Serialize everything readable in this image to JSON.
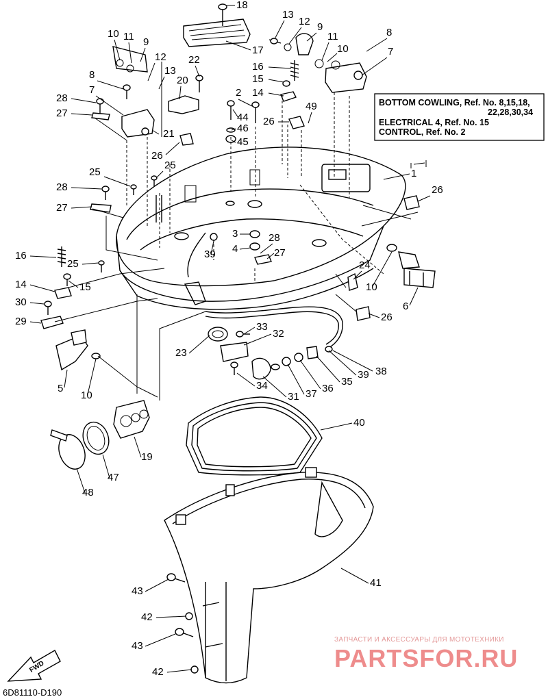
{
  "callouts": [
    {
      "id": "c18a",
      "text": "18"
    },
    {
      "id": "c13a",
      "text": "13"
    },
    {
      "id": "c12a",
      "text": "12"
    },
    {
      "id": "c9a",
      "text": "9"
    },
    {
      "id": "c8a",
      "text": "8"
    },
    {
      "id": "c11a",
      "text": "11"
    },
    {
      "id": "c10a",
      "text": "10"
    },
    {
      "id": "c7a",
      "text": "7"
    },
    {
      "id": "c10b",
      "text": "10"
    },
    {
      "id": "c11b",
      "text": "11"
    },
    {
      "id": "c9b",
      "text": "9"
    },
    {
      "id": "c17",
      "text": "17"
    },
    {
      "id": "c12b",
      "text": "12"
    },
    {
      "id": "c22",
      "text": "22"
    },
    {
      "id": "c16a",
      "text": "16"
    },
    {
      "id": "c8b",
      "text": "8"
    },
    {
      "id": "c13b",
      "text": "13"
    },
    {
      "id": "c20",
      "text": "20"
    },
    {
      "id": "c15a",
      "text": "15"
    },
    {
      "id": "c7b",
      "text": "7"
    },
    {
      "id": "c2",
      "text": "2"
    },
    {
      "id": "c14a",
      "text": "14"
    },
    {
      "id": "c28a",
      "text": "28"
    },
    {
      "id": "c44",
      "text": "44"
    },
    {
      "id": "c49",
      "text": "49"
    },
    {
      "id": "c27a",
      "text": "27"
    },
    {
      "id": "c46",
      "text": "46"
    },
    {
      "id": "c26a",
      "text": "26"
    },
    {
      "id": "c21",
      "text": "21"
    },
    {
      "id": "c45",
      "text": "45"
    },
    {
      "id": "c26b",
      "text": "26"
    },
    {
      "id": "c25a",
      "text": "25"
    },
    {
      "id": "c25b",
      "text": "25"
    },
    {
      "id": "c1",
      "text": "1"
    },
    {
      "id": "c26c",
      "text": "26"
    },
    {
      "id": "c28b",
      "text": "28"
    },
    {
      "id": "c27b",
      "text": "27"
    },
    {
      "id": "c3",
      "text": "3"
    },
    {
      "id": "c28c",
      "text": "28"
    },
    {
      "id": "c4",
      "text": "4"
    },
    {
      "id": "c27c",
      "text": "27"
    },
    {
      "id": "c16b",
      "text": "16"
    },
    {
      "id": "c39a",
      "text": "39"
    },
    {
      "id": "c25c",
      "text": "25"
    },
    {
      "id": "c24",
      "text": "24"
    },
    {
      "id": "c14b",
      "text": "14"
    },
    {
      "id": "c15b",
      "text": "15"
    },
    {
      "id": "c10c",
      "text": "10"
    },
    {
      "id": "c30",
      "text": "30"
    },
    {
      "id": "c6",
      "text": "6"
    },
    {
      "id": "c26d",
      "text": "26"
    },
    {
      "id": "c29",
      "text": "29"
    },
    {
      "id": "c33",
      "text": "33"
    },
    {
      "id": "c32",
      "text": "32"
    },
    {
      "id": "c23",
      "text": "23"
    },
    {
      "id": "c38",
      "text": "38"
    },
    {
      "id": "c39b",
      "text": "39"
    },
    {
      "id": "c35",
      "text": "35"
    },
    {
      "id": "c36",
      "text": "36"
    },
    {
      "id": "c37",
      "text": "37"
    },
    {
      "id": "c31",
      "text": "31"
    },
    {
      "id": "c34",
      "text": "34"
    },
    {
      "id": "c5",
      "text": "5"
    },
    {
      "id": "c10d",
      "text": "10"
    },
    {
      "id": "c40",
      "text": "40"
    },
    {
      "id": "c19",
      "text": "19"
    },
    {
      "id": "c47",
      "text": "47"
    },
    {
      "id": "c48",
      "text": "48"
    },
    {
      "id": "c41",
      "text": "41"
    },
    {
      "id": "c43a",
      "text": "43"
    },
    {
      "id": "c42a",
      "text": "42"
    },
    {
      "id": "c43b",
      "text": "43"
    },
    {
      "id": "c42b",
      "text": "42"
    }
  ],
  "reference_box": {
    "line1": "BOTTOM COWLING, Ref. No. 8,15,18,",
    "line2": "22,28,30,34",
    "line3": "ELECTRICAL 4, Ref. No. 15",
    "line4": "CONTROL, Ref. No. 2"
  },
  "fwd_label": "FWD",
  "diagram_code": "6D81110-D190",
  "watermark": {
    "tagline": "ЗАПЧАСТИ И АКСЕССУАРЫ ДЛЯ МОТОТЕХНИКИ",
    "brand": "PARTSFOR.RU"
  }
}
